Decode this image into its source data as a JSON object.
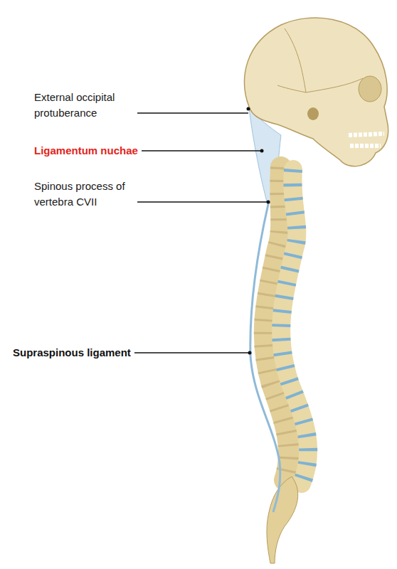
{
  "diagram": {
    "labels": [
      "External occipital protuberance",
      "Ligamentum nuchae",
      "Spinous process of vertebra CVII",
      "Supraspinous ligament"
    ]
  }
}
